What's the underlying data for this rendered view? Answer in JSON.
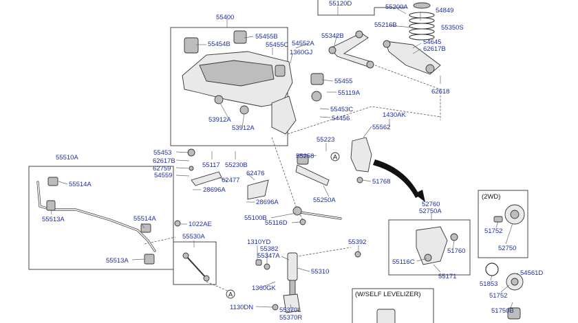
{
  "labels": {
    "l55120D": "55120D",
    "l55200A": "55200A",
    "l54849": "54849",
    "l55400": "55400",
    "l55216B": "55216B",
    "l55350S": "55350S",
    "l55342B": "55342B",
    "l55455B": "55455B",
    "l55454B": "55454B",
    "l55455C": "55455C",
    "l54552A": "54552A",
    "l1360GJ": "1360GJ",
    "l54645": "54645",
    "l62617B_top": "62617B",
    "l55455": "55455",
    "l55119A": "55119A",
    "l62618": "62618",
    "l55453C": "55453C",
    "l54456": "54456",
    "l1430AK": "1430AK",
    "l53912A_a": "53912A",
    "l53912A_b": "53912A",
    "l55562": "55562",
    "l55223": "55223",
    "l55453": "55453",
    "l62617B_mid": "62617B",
    "l62759": "62759",
    "l55117": "55117",
    "l55230B": "55230B",
    "l55258": "55258",
    "l62476": "62476",
    "l54559": "54559",
    "l62477": "62477",
    "l28696A_a": "28696A",
    "l28696A_b": "28696A",
    "l51768": "51768",
    "l55250A": "55250A",
    "l55510A": "55510A",
    "l55514A_a": "55514A",
    "l55513A_a": "55513A",
    "l55514A_b": "55514A",
    "l55513A_b": "55513A",
    "l1022AE": "1022AE",
    "l55100B": "55100B",
    "l55116D": "55116D",
    "l55530A": "55530A",
    "l1310YD": "1310YD",
    "l55382": "55382",
    "l55347A": "55347A",
    "l55392": "55392",
    "l55310": "55310",
    "l1360GK": "1360GK",
    "l1130DN": "1130DN",
    "l55370L": "55370L",
    "l55370R": "55370R",
    "l52760": "52760",
    "l52750A": "52750A",
    "l51760": "51760",
    "l55116C": "55116C",
    "l55171": "55171",
    "l51752_a": "51752",
    "l52750": "52750",
    "l51853": "51853",
    "l51752_b": "51752",
    "l54561D": "54561D",
    "l51750B": "51750B"
  },
  "callouts": {
    "a1": "A",
    "a2": "A"
  },
  "headers": {
    "twoWd": "(2WD)",
    "selfLevelizer": "(W/SELF LEVELIZER)"
  }
}
